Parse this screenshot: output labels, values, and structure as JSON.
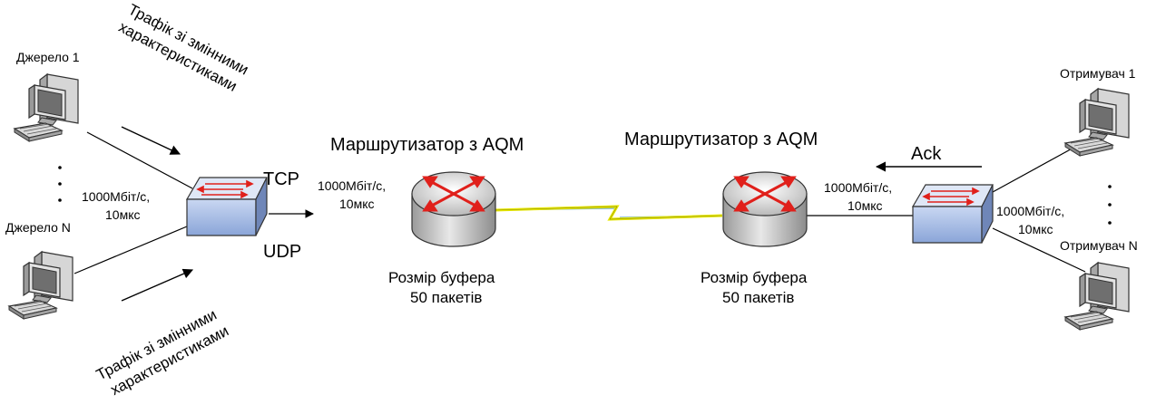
{
  "sources": {
    "first": "Джерело 1",
    "last": "Джерело N",
    "link_speed": "1000Мбіт/с,",
    "link_delay": "10мкс"
  },
  "receivers": {
    "first": "Отримувач 1",
    "last": "Отримувач N",
    "link_speed": "1000Мбіт/с,",
    "link_delay": "10мкс"
  },
  "traffic": {
    "top_line1": "Трафік зі змінними",
    "top_line2": "характеристиками",
    "bottom_line1": "Трафік зі змінними",
    "bottom_line2": "характеристиками"
  },
  "protocols": {
    "tcp": "TCP",
    "udp": "UDP",
    "ack": "Ack"
  },
  "router_left": {
    "title": "Маршрутизатор з AQM",
    "buffer_line1": "Розмір буфера",
    "buffer_line2": "50 пакетів",
    "link_speed": "1000Мбіт/с,",
    "link_delay": "10мкс"
  },
  "router_right": {
    "title": "Маршрутизатор з AQM",
    "buffer_line1": "Розмір буфера",
    "buffer_line2": "50 пакетів",
    "link_speed": "1000Мбіт/с,",
    "link_delay": "10мкс"
  },
  "colors": {
    "device_body": "#bfbfbf",
    "switch_face": "#a9bfe6",
    "arrow_red": "#e0201b",
    "bolt_yellow": "#f2f200"
  }
}
